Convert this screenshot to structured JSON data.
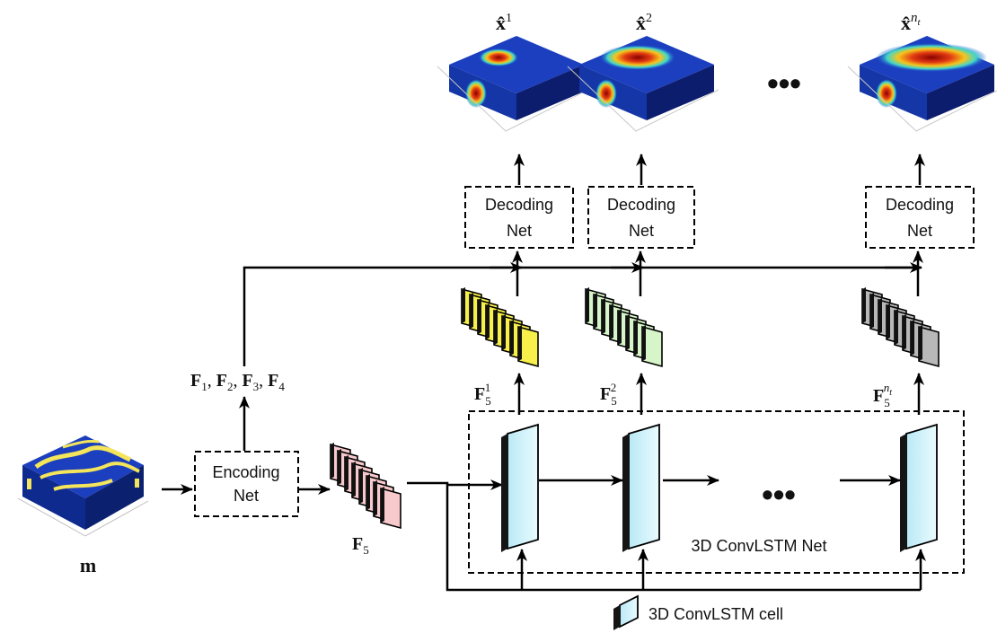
{
  "colors": {
    "line": "#000000",
    "cube_blue": "#1b3fbf",
    "cube_dark": "#0d1d6e",
    "channel_yellow": "#f4e55a",
    "feature_yellow": "#f7ef4a",
    "feature_green": "#d6f5c8",
    "feature_gray": "#b8b8b8",
    "feature_pink": "#f7c9cc",
    "cell_fill": "#d4f3fb"
  },
  "input": {
    "label": "m"
  },
  "encoder": {
    "line1": "Encoding",
    "line2": "Net"
  },
  "skip_features": {
    "label": "F1, F2, F3, F4",
    "items": [
      "F",
      "1",
      "F",
      "2",
      "F",
      "3",
      "F",
      "4"
    ]
  },
  "f5": {
    "base": "F",
    "sub": "5"
  },
  "decoders": [
    {
      "line1": "Decoding",
      "line2": "Net"
    },
    {
      "line1": "Decoding",
      "line2": "Net"
    },
    {
      "line1": "Decoding",
      "line2": "Net"
    }
  ],
  "outputs": [
    {
      "base": "x̂",
      "sup": "1"
    },
    {
      "base": "x̂",
      "sup": "2"
    },
    {
      "base": "x̂",
      "sup": "n",
      "sup_sub": "t"
    }
  ],
  "features_t": [
    {
      "base": "F",
      "sub": "5",
      "sup": "1"
    },
    {
      "base": "F",
      "sub": "5",
      "sup": "2"
    },
    {
      "base": "F",
      "sub": "5",
      "sup": "n",
      "sup_sub": "t"
    }
  ],
  "ellipsis": "•••",
  "convlstm_net_label": "3D ConvLSTM Net",
  "legend_cell_label": "3D ConvLSTM cell"
}
